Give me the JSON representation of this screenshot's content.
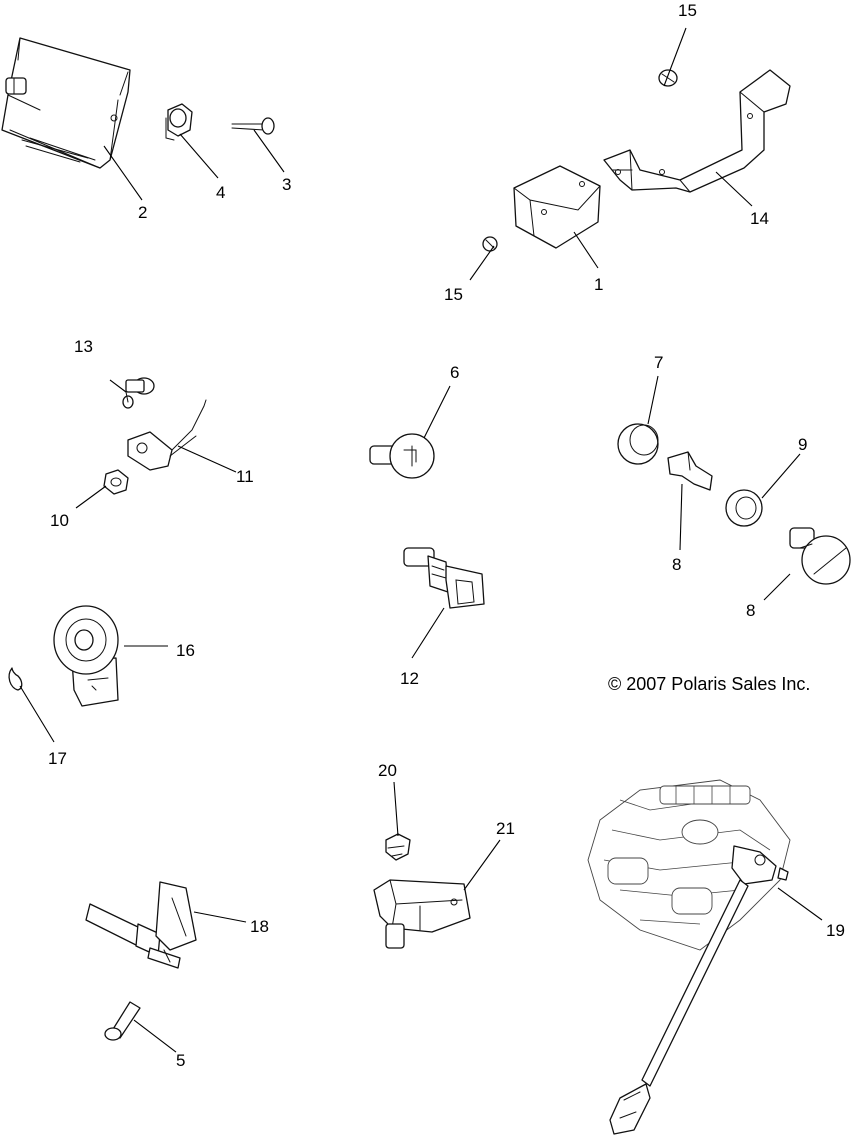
{
  "diagram": {
    "callouts": {
      "c1": "1",
      "c2": "2",
      "c3": "3",
      "c4": "4",
      "c5": "5",
      "c6": "6",
      "c7": "7",
      "c8a": "8",
      "c8b": "8",
      "c9": "9",
      "c10": "10",
      "c11": "11",
      "c12": "12",
      "c13": "13",
      "c14": "14",
      "c15a": "15",
      "c15b": "15",
      "c16": "16",
      "c17": "17",
      "c18": "18",
      "c19": "19",
      "c20": "20",
      "c21": "21"
    },
    "copyright": "© 2007 Polaris Sales Inc."
  }
}
